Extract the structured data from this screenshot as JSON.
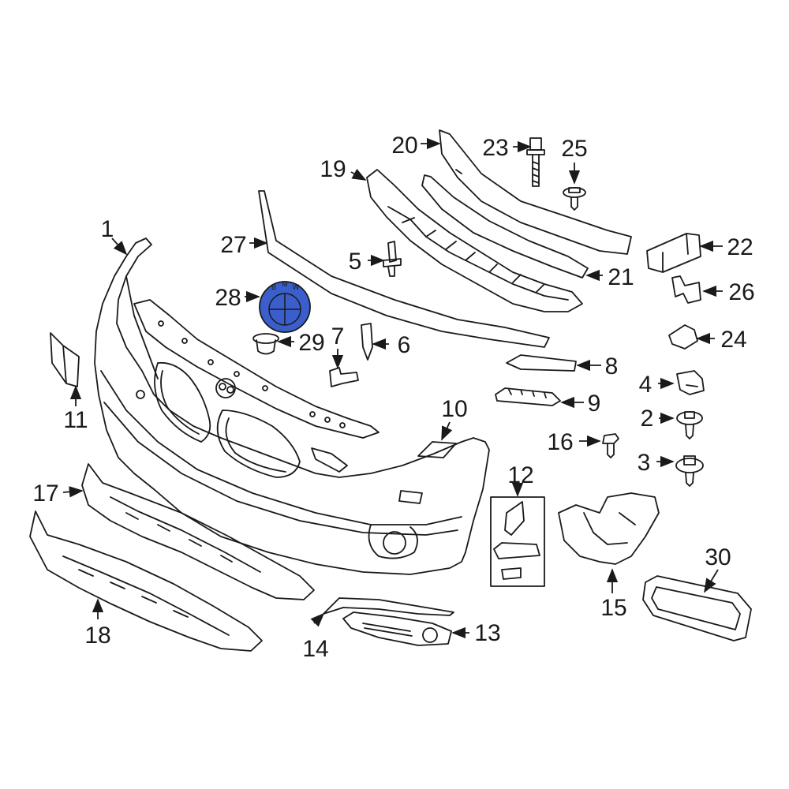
{
  "diagram": {
    "callouts": [
      {
        "id": "c1",
        "label": "1"
      },
      {
        "id": "c2",
        "label": "2"
      },
      {
        "id": "c3",
        "label": "3"
      },
      {
        "id": "c4",
        "label": "4"
      },
      {
        "id": "c5",
        "label": "5"
      },
      {
        "id": "c6",
        "label": "6"
      },
      {
        "id": "c7",
        "label": "7"
      },
      {
        "id": "c8",
        "label": "8"
      },
      {
        "id": "c9",
        "label": "9"
      },
      {
        "id": "c10",
        "label": "10"
      },
      {
        "id": "c11",
        "label": "11"
      },
      {
        "id": "c12",
        "label": "12"
      },
      {
        "id": "c13",
        "label": "13"
      },
      {
        "id": "c14",
        "label": "14"
      },
      {
        "id": "c15",
        "label": "15"
      },
      {
        "id": "c16",
        "label": "16"
      },
      {
        "id": "c17",
        "label": "17"
      },
      {
        "id": "c18",
        "label": "18"
      },
      {
        "id": "c19",
        "label": "19"
      },
      {
        "id": "c20",
        "label": "20"
      },
      {
        "id": "c21",
        "label": "21"
      },
      {
        "id": "c22",
        "label": "22"
      },
      {
        "id": "c23",
        "label": "23"
      },
      {
        "id": "c24",
        "label": "24"
      },
      {
        "id": "c25",
        "label": "25"
      },
      {
        "id": "c26",
        "label": "26"
      },
      {
        "id": "c27",
        "label": "27"
      },
      {
        "id": "c28",
        "label": "28"
      },
      {
        "id": "c29",
        "label": "29"
      },
      {
        "id": "c30",
        "label": "30"
      }
    ],
    "highlight": {
      "part": "28",
      "color": "#3a5fcd"
    },
    "line_color": "#1a1a1a",
    "emblem_letters": [
      "B",
      "M",
      "W"
    ]
  }
}
